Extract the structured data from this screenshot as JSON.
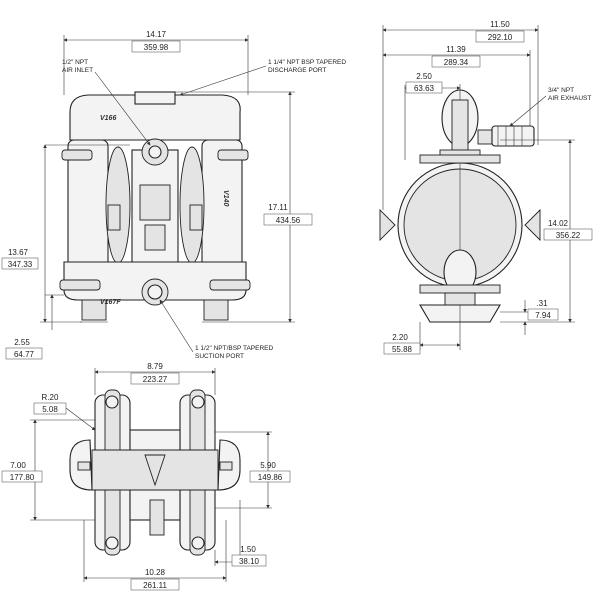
{
  "front_view": {
    "width_in": "14.17",
    "width_mm": "359.98",
    "height_in": "17.11",
    "height_mm": "434.56",
    "inlet_height_in": "13.67",
    "inlet_height_mm": "347.33",
    "base_height_in": "2.55",
    "base_height_mm": "64.77",
    "air_inlet_label": "1/2\" NPT\nAIR INLET",
    "discharge_label": "1 1/4\" NPT BSP TAPERED\nDISCHARGE PORT",
    "suction_label": "1 1/2\" NPT/BSP TAPERED\nSUCTION PORT",
    "model_top": "V166",
    "model_side": "V140",
    "model_bottom": "V167F"
  },
  "side_view": {
    "width_in": "11.50",
    "width_mm": "292.10",
    "inner_width_in": "11.39",
    "inner_width_mm": "289.34",
    "offset_in": "2.50",
    "offset_mm": "63.63",
    "height_in": "14.02",
    "height_mm": "356.22",
    "foot_in": ".31",
    "foot_mm": "7.94",
    "base_in": "2.20",
    "base_mm": "55.88",
    "exhaust_label": "3/4\" NPT\nAIR EXHAUST"
  },
  "top_view": {
    "width_in": "8.79",
    "width_mm": "223.27",
    "radius_in": "R.20",
    "radius_mm": "5.08",
    "depth_in": "7.00",
    "depth_mm": "177.80",
    "inner_depth_in": "5.90",
    "inner_depth_mm": "149.86",
    "offset_in": "1.50",
    "offset_mm": "38.10",
    "overall_in": "10.28",
    "overall_mm": "261.11"
  }
}
